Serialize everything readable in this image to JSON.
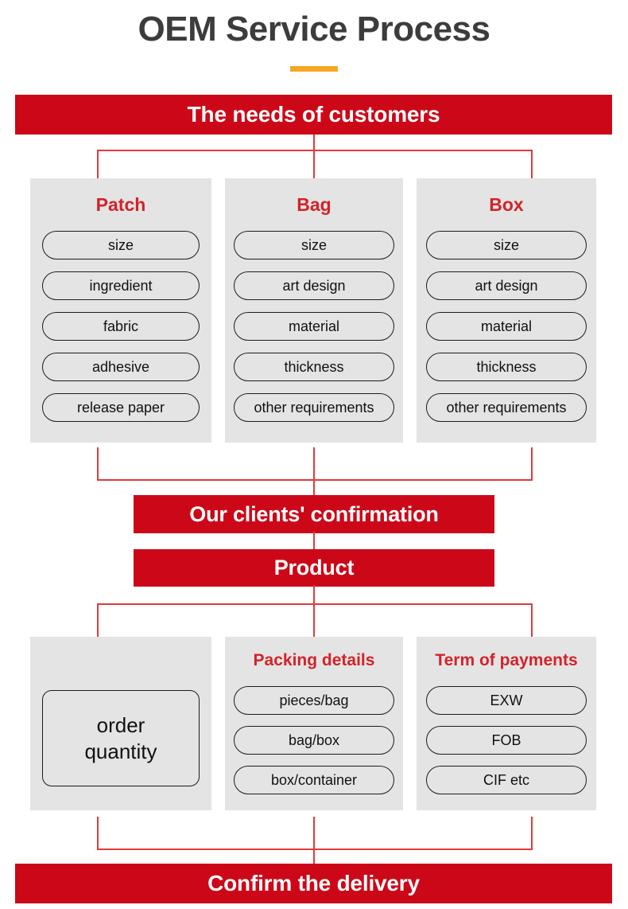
{
  "title": {
    "text": "OEM Service Process",
    "accent_color": "#f5a623",
    "text_color": "#3c3c3c"
  },
  "theme": {
    "banner_red": "#cc0818",
    "heading_red": "#d2232a",
    "connector_red": "#e03a3a",
    "card_gray": "#e4e4e4",
    "pill_border": "#1c1c1c"
  },
  "banners": {
    "needs": "The needs of customers",
    "confirmation": "Our clients' confirmation",
    "product": "Product",
    "delivery": "Confirm the delivery"
  },
  "requirement_columns": [
    {
      "title": "Patch",
      "items": [
        "size",
        "ingredient",
        "fabric",
        "adhesive",
        "release paper"
      ]
    },
    {
      "title": "Bag",
      "items": [
        "size",
        "art design",
        "material",
        "thickness",
        "other requirements"
      ]
    },
    {
      "title": "Box",
      "items": [
        "size",
        "art design",
        "material",
        "thickness",
        "other requirements"
      ]
    }
  ],
  "order_columns": [
    {
      "title": "",
      "box_line1": "order",
      "box_line2": "quantity",
      "items": []
    },
    {
      "title": "Packing details",
      "items": [
        "pieces/bag",
        "bag/box",
        "box/container"
      ]
    },
    {
      "title": "Term of payments",
      "items": [
        "EXW",
        "FOB",
        "CIF etc"
      ]
    }
  ]
}
